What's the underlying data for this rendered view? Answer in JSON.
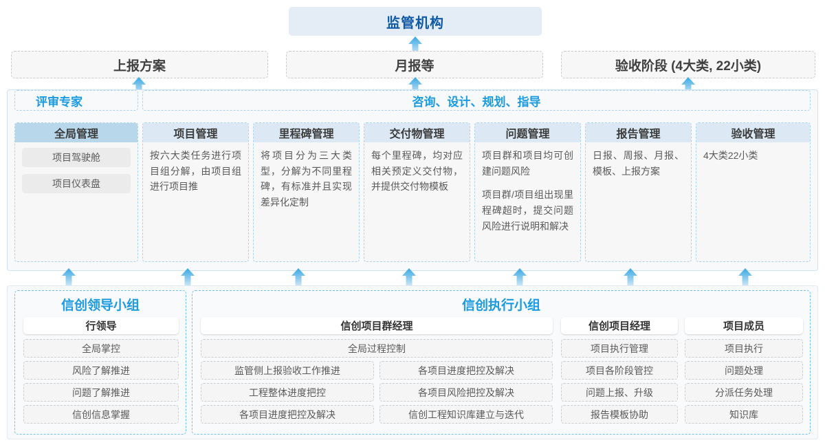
{
  "top": {
    "regulator": "监管机构",
    "reports": [
      "上报方案",
      "月报等",
      "验收阶段 (4大类, 22小类)"
    ]
  },
  "middle": {
    "bands": [
      "评审专家",
      "咨询、设计、规划、指导"
    ],
    "columns": [
      {
        "title": "全局管理",
        "chips": [
          "项目驾驶舱",
          "项目仪表盘"
        ],
        "paragraphs": []
      },
      {
        "title": "项目管理",
        "chips": [],
        "paragraphs": [
          "按六大类任务进行项目组分解，由项目组进行项目推"
        ]
      },
      {
        "title": "里程碑管理",
        "chips": [],
        "paragraphs": [
          "将项目分为三大类型，分解为不同里程碑，有标准并且实现差异化定制"
        ]
      },
      {
        "title": "交付物管理",
        "chips": [],
        "paragraphs": [
          "每个里程碑，均对应相关预定义交付物，并提供交付物模板"
        ]
      },
      {
        "title": "问题管理",
        "chips": [],
        "paragraphs": [
          "项目群和项目均可创建问题风险",
          "项目群/项目组出现里程碑超时，提交问题风险进行说明和解决"
        ]
      },
      {
        "title": "报告管理",
        "chips": [],
        "paragraphs": [
          "日报、周报、月报、模板、上报方案"
        ]
      },
      {
        "title": "验收管理",
        "chips": [],
        "paragraphs": [
          "4大类22小类"
        ]
      }
    ]
  },
  "bottom": {
    "groups": [
      {
        "title": "信创领导小组",
        "roles": [
          {
            "head": "行领导",
            "items": [
              "全局掌控",
              "风险了解推进",
              "问题了解推进",
              "信创信息掌握"
            ],
            "pairs": []
          }
        ]
      },
      {
        "title": "信创执行小组",
        "roles": [
          {
            "head": "信创项目群经理",
            "items": [
              "全局过程控制"
            ],
            "pairs": [
              [
                "监管侧上报验收工作推进",
                "各项目进度把控及解决"
              ],
              [
                "工程整体进度把控",
                "各项目风险把控及解决"
              ],
              [
                "各项目进度把控及解决",
                "信创工程知识库建立与迭代"
              ]
            ]
          },
          {
            "head": "信创项目经理",
            "items": [
              "项目执行管理",
              "项目各阶段管控",
              "问题上报、升级",
              "报告模板协助"
            ],
            "pairs": []
          },
          {
            "head": "项目成员",
            "items": [
              "项目执行",
              "问题处理",
              "分派任务处理",
              "知识库"
            ],
            "pairs": []
          }
        ]
      }
    ]
  },
  "colors": {
    "accent_blue": "#1a9ae0",
    "deep_blue": "#1059a6",
    "header_fill": "#dce9f4",
    "header_fill_first": "#b9d7ea",
    "regulator_fill": "#e4edf6",
    "arrow": "#3aa6e0"
  }
}
